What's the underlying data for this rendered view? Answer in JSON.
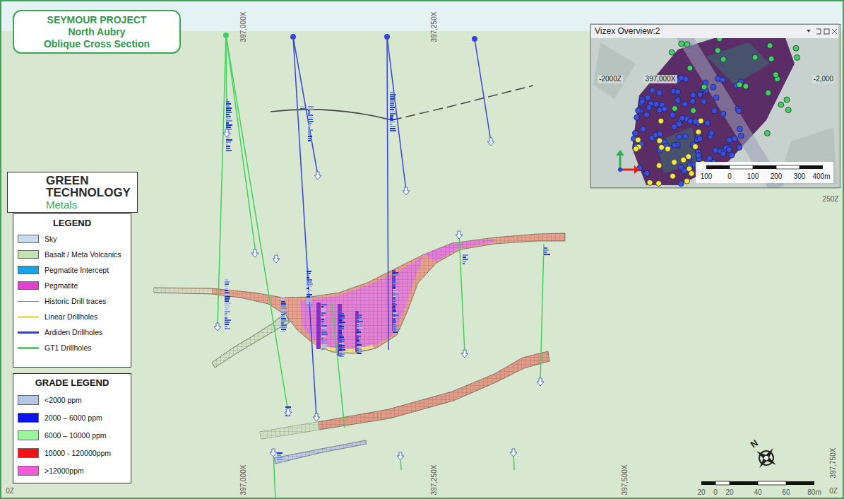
{
  "diagram": {
    "nodes": [
      {
        "text": [
          "SEYMOUR PROJECT",
          "North Aubry",
          "Oblique Cross Section"
        ]
      },
      {
        "text": [
          "GREEN",
          "TECHNOLOGY",
          "Metals"
        ]
      },
      {
        "text": [
          "LEGEND"
        ]
      },
      {
        "text": [
          "GRADE LEGEND"
        ]
      },
      {
        "text": [
          "Vizex Overview:2"
        ]
      }
    ],
    "labels": [
      "397,000X",
      "397,250X",
      "250Z",
      "397,000X",
      "397,250X",
      "397,500X",
      "397,750X",
      "0Z",
      "0Z",
      "20",
      "0",
      "20",
      "40",
      "60",
      "80m",
      "N",
      "-2000Z",
      "397,000X",
      "-2,000",
      "100",
      "0",
      "100",
      "200",
      "300",
      "400m"
    ],
    "legend": [
      {
        "text": "Sky",
        "color": "#c9dcef"
      },
      {
        "text": "Basalt / Meta Volcanics",
        "color": "#c5e0b3"
      },
      {
        "text": "Pegmatite Intercept",
        "color": "#1aa3e8"
      },
      {
        "text": "Pegmatite",
        "color": "#e33fd0"
      },
      {
        "text": "Historic Drill traces"
      },
      {
        "text": "Linear Drillholes"
      },
      {
        "text": "Ardiden Drillholes"
      },
      {
        "text": "GT1 Drillholes"
      },
      {
        "text": "<2000 ppm",
        "color": "#b4c7e7"
      },
      {
        "text": "2000 – 6000 ppm",
        "color": "#0a14f0"
      },
      {
        "text": "6000 – 10000 ppm",
        "color": "#9cf59c"
      },
      {
        "text": "10000 - 120000ppm",
        "color": "#f01414"
      },
      {
        "text": ">12000ppm",
        "color": "#f25ad8"
      }
    ]
  }
}
